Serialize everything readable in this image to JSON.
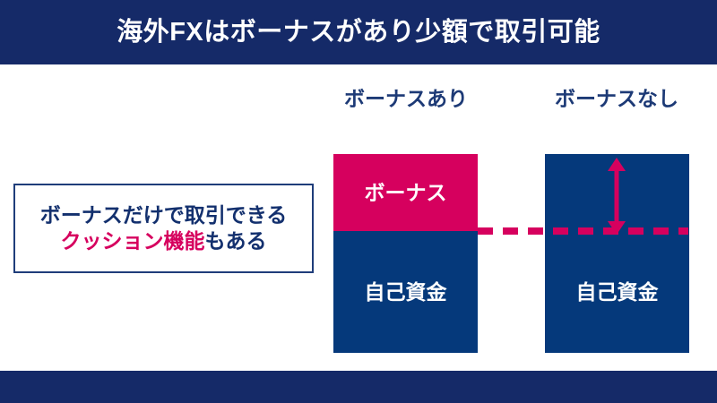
{
  "title": {
    "text": "海外FXはボーナスがあり少額で取引可能"
  },
  "callout": {
    "line1": "ボーナスだけで取引できる",
    "line2_highlight": "クッション機能",
    "line2_rest": "もある"
  },
  "columns": [
    {
      "header": "ボーナスあり"
    },
    {
      "header": "ボーナスなし"
    }
  ],
  "bars": {
    "with_bonus": {
      "segments": [
        {
          "label": "ボーナス",
          "color": "#d6005e"
        },
        {
          "label": "自己資金",
          "color": "#05397b"
        }
      ]
    },
    "without_bonus": {
      "segments": [
        {
          "label": "自己資金",
          "color": "#05397b"
        }
      ]
    }
  },
  "annotations": {
    "arrow_name": "bonus-gap-arrow",
    "dash_line_name": "bonus-level-dashed-line"
  },
  "colors": {
    "navy_band": "#152a68",
    "bar_navy": "#05397b",
    "accent_pink": "#d6005e",
    "text_navy": "#13306e",
    "background": "#ffffff"
  }
}
